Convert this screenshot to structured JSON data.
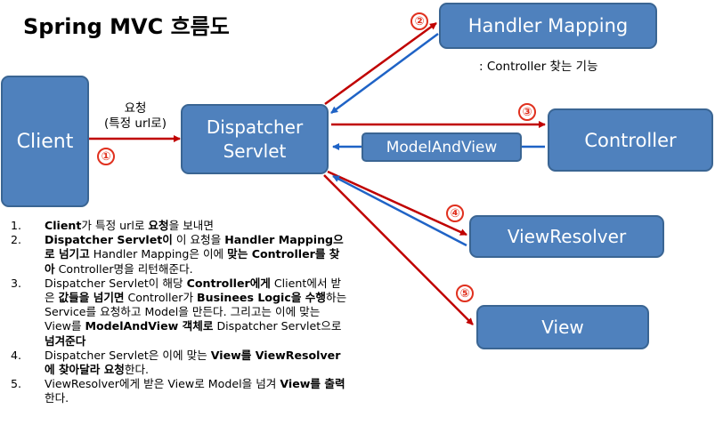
{
  "title": "Spring MVC 흐름도",
  "boxes": {
    "client": "Client",
    "dispatcher_line1": "Dispatcher",
    "dispatcher_line2": "Servlet",
    "handler_mapping": "Handler Mapping",
    "controller": "Controller",
    "model_and_view": "ModelAndView",
    "view_resolver": "ViewResolver",
    "view": "View"
  },
  "labels": {
    "request_line1": "요청",
    "request_line2": "(특정 url로)",
    "handler_desc": ": Controller 찾는 기능"
  },
  "step_markers": [
    "①",
    "②",
    "③",
    "④",
    "⑤"
  ],
  "steps": [
    {
      "num": "1.",
      "segments": [
        {
          "text": " "
        },
        {
          "text": "Client",
          "bold": true
        },
        {
          "text": "가 특정 url로 "
        },
        {
          "text": "요청",
          "bold": true
        },
        {
          "text": "을 보내면"
        }
      ]
    },
    {
      "num": "2.",
      "segments": [
        {
          "text": " "
        },
        {
          "text": "Dispatcher Servlet이",
          "bold": true
        },
        {
          "text": " 이 요청을 "
        },
        {
          "text": "Handler Mapping으로 넘기고",
          "bold": true
        },
        {
          "text": " Handler Mapping은 이에 "
        },
        {
          "text": "맞는 Controller를 찾아",
          "bold": true
        },
        {
          "text": " Controller명을 리턴해준다."
        }
      ]
    },
    {
      "num": "3.",
      "segments": [
        {
          "text": "Dispatcher Servlet이 해당 "
        },
        {
          "text": "Controller에게",
          "bold": true
        },
        {
          "text": " Client에서 받은 "
        },
        {
          "text": "값들을 넘기면",
          "bold": true
        },
        {
          "text": " Controller가 "
        },
        {
          "text": "Businees Logic을 수행",
          "bold": true
        },
        {
          "text": "하는 Service를 요청하고 Model을 만든다. 그리고는 이에 맞는 View를 "
        },
        {
          "text": "ModelAndView 객체로",
          "bold": true
        },
        {
          "text": " Dispatcher Servlet으로 "
        },
        {
          "text": "넘겨준다",
          "bold": true
        }
      ]
    },
    {
      "num": "4.",
      "segments": [
        {
          "text": "Dispatcher Servlet은 이에 맞는 "
        },
        {
          "text": "View를 ViewResolver에 찾아달라 요청",
          "bold": true
        },
        {
          "text": "한다."
        }
      ]
    },
    {
      "num": "5.",
      "segments": [
        {
          "text": "ViewResolver에게 받은 View로 Model을 넘겨 "
        },
        {
          "text": "View를 출력",
          "bold": true
        },
        {
          "text": "한다."
        }
      ]
    }
  ],
  "colors": {
    "box_fill": "#4f81bd",
    "box_border": "#3a6593",
    "red_arrow": "#c00000",
    "blue_arrow": "#1f63c6"
  }
}
